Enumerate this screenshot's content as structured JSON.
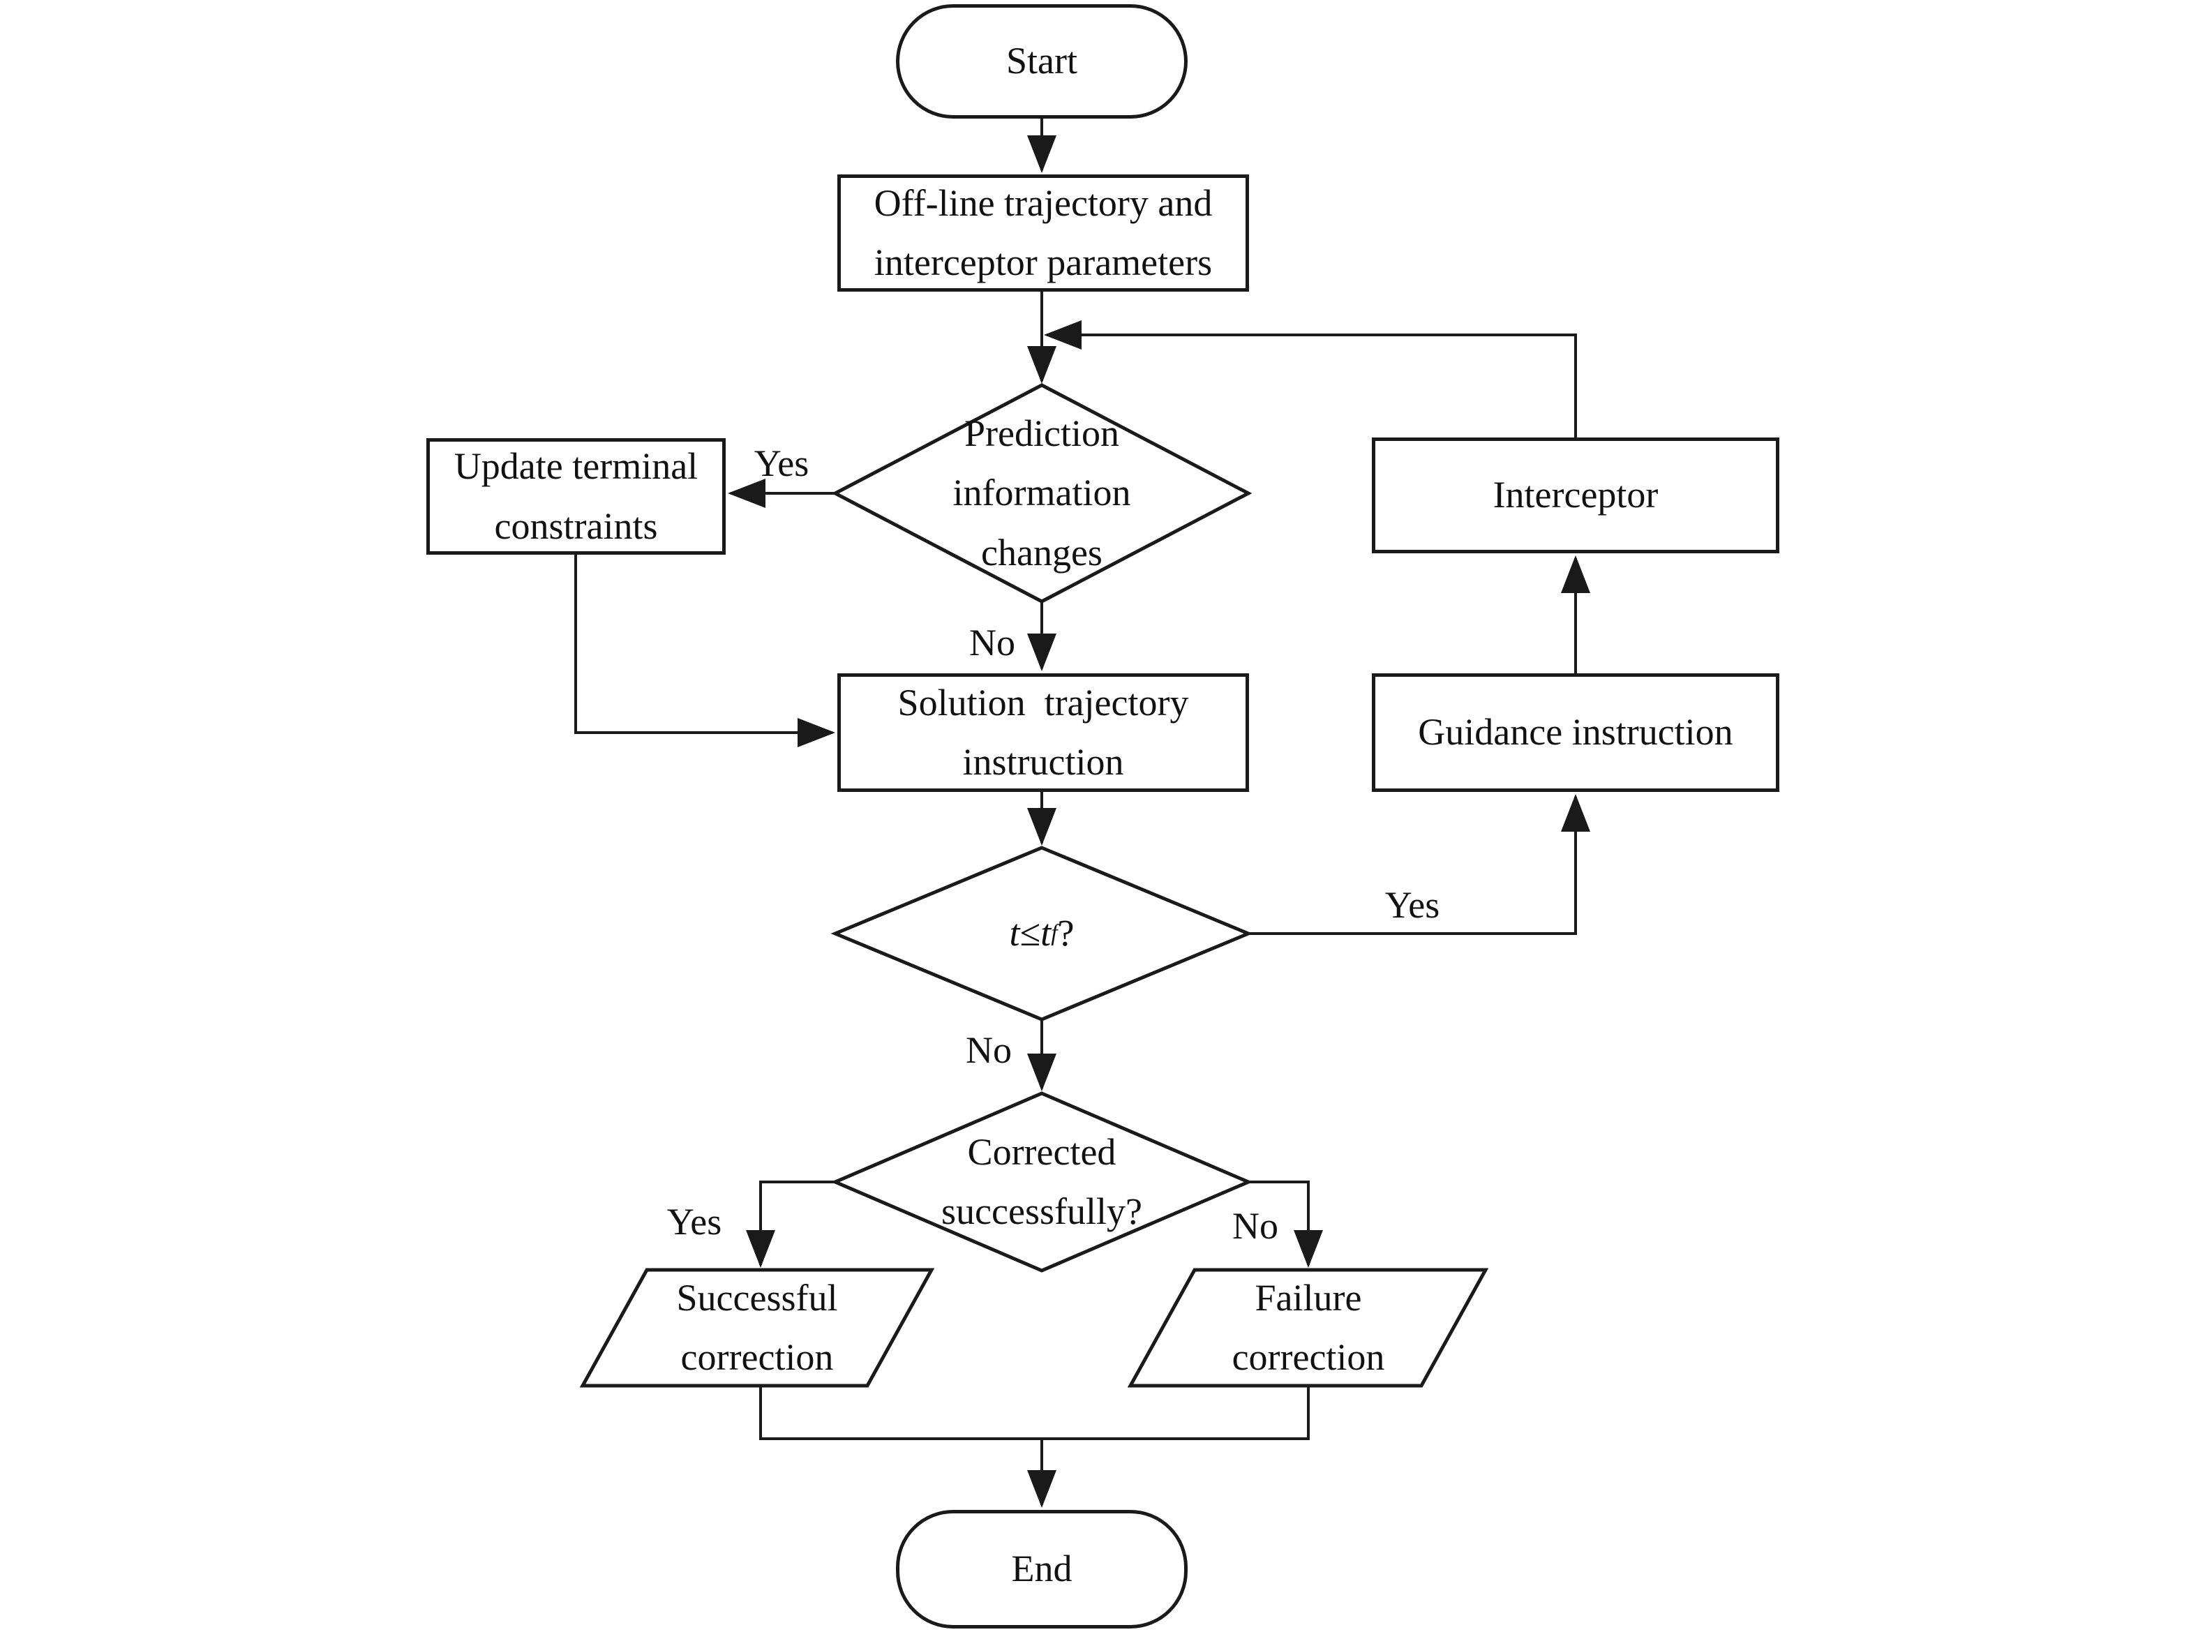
{
  "nodes": {
    "start": {
      "label": "Start"
    },
    "offline": {
      "label": "Off-line trajectory and\ninterceptor parameters"
    },
    "prediction": {
      "label": "Prediction\ninformation\nchanges"
    },
    "update": {
      "label": "Update terminal\nconstraints"
    },
    "interceptor": {
      "label": "Interceptor"
    },
    "solution": {
      "label": "Solution  trajectory\ninstruction"
    },
    "guidance": {
      "label": "Guidance instruction"
    },
    "time_check": {
      "lhs": "t",
      "op": "≤",
      "rhs": "t",
      "rhs_sub": "f",
      "suffix": "?"
    },
    "corrected": {
      "label": "Corrected\nsuccessfully?"
    },
    "success": {
      "label": "Successful\ncorrection"
    },
    "failure": {
      "label": "Failure\ncorrection"
    },
    "end": {
      "label": "End"
    }
  },
  "edge_labels": {
    "prediction_yes": "Yes",
    "prediction_no": "No",
    "time_check_yes": "Yes",
    "time_check_no": "No",
    "corrected_yes": "Yes",
    "corrected_no": "No"
  },
  "colors": {
    "ink": "#1a1a1a",
    "background": "#ffffff"
  }
}
